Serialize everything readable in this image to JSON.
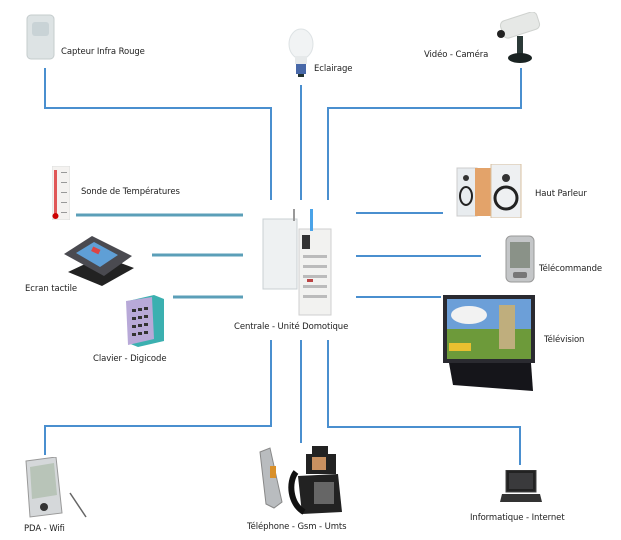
{
  "diagram": {
    "title": "",
    "center": {
      "label": "Centrale - Unité Domotique",
      "icon": "control-unit-icon"
    },
    "devices": [
      {
        "id": "ir",
        "label": "Capteur Infra Rouge",
        "icon": "motion-sensor-icon"
      },
      {
        "id": "light",
        "label": "Eclairage",
        "icon": "light-bulb-icon"
      },
      {
        "id": "cam",
        "label": "Vidéo - Caméra",
        "icon": "video-camera-icon"
      },
      {
        "id": "temp",
        "label": "Sonde de Températures",
        "icon": "thermometer-icon"
      },
      {
        "id": "touch",
        "label": "Ecran tactile",
        "icon": "touch-screen-icon"
      },
      {
        "id": "keypad",
        "label": "Clavier - Digicode",
        "icon": "keypad-icon"
      },
      {
        "id": "speaker",
        "label": "Haut Parleur",
        "icon": "speaker-icon"
      },
      {
        "id": "remote",
        "label": "Télécommande",
        "icon": "remote-control-icon"
      },
      {
        "id": "tv",
        "label": "Télévision",
        "icon": "television-icon"
      },
      {
        "id": "pda",
        "label": "PDA - Wifi",
        "icon": "pda-icon"
      },
      {
        "id": "phone",
        "label": "Téléphone - Gsm - Umts",
        "icon": "telephone-icon"
      },
      {
        "id": "pc",
        "label": "Informatique - Internet",
        "icon": "laptop-icon"
      }
    ],
    "colors": {
      "wire": "#4a8fcf",
      "wire_left": "#5b9fb8"
    }
  }
}
